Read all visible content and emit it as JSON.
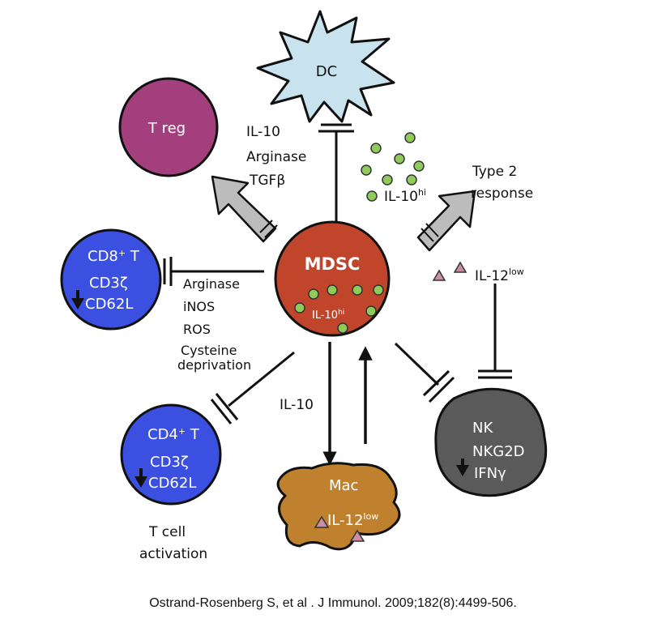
{
  "cells": {
    "dc": "DC",
    "treg": "T reg",
    "mdsc": "MDSC",
    "mdsc_il10": "IL-10",
    "mdsc_il10_sup": "hi",
    "cd8_label": "CD8",
    "cd8_sup": "+",
    "cd8_label2": " T",
    "cd8_marker1": "CD3ζ",
    "cd8_marker2": "CD62L",
    "cd4_label": "CD4",
    "cd4_sup": "+",
    "cd4_label2": " T",
    "cd4_marker1": "CD3ζ",
    "cd4_marker2": "CD62L",
    "nk": "NK",
    "nk_marker1": "NKG2D",
    "nk_marker2": "IFNγ",
    "mac": "Mac",
    "mac_il12": "IL-12",
    "mac_il12_sup": "low"
  },
  "labels": {
    "il10_top": "IL-10",
    "arginase_top": "Arginase",
    "tgfb": "TGFβ",
    "il10hi_top": "IL-10",
    "il10hi_top_sup": "hi",
    "type2_line1": "Type 2",
    "type2_line2": "response",
    "il12low": "IL-12",
    "il12low_sup": "low",
    "arginase_cd8": "Arginase",
    "inos": "iNOS",
    "ros": "ROS",
    "cysteine_line1": "Cysteine",
    "cysteine_line2": "deprivation",
    "il10_mac": "IL-10",
    "tcell_line1": "T cell",
    "tcell_line2": "activation"
  },
  "citation": "Ostrand-Rosenberg S, et al . J Immunol. 2009;182(8):4499-506.",
  "colors": {
    "mdsc": "#c0452a",
    "treg": "#a43f7e",
    "tcell": "#3b4fe0",
    "nk": "#5a5a5a",
    "mac": "#c0812f",
    "dc": "#c9e3ee",
    "dots": "#8fcb5a",
    "triangles": "#c98ea4"
  }
}
